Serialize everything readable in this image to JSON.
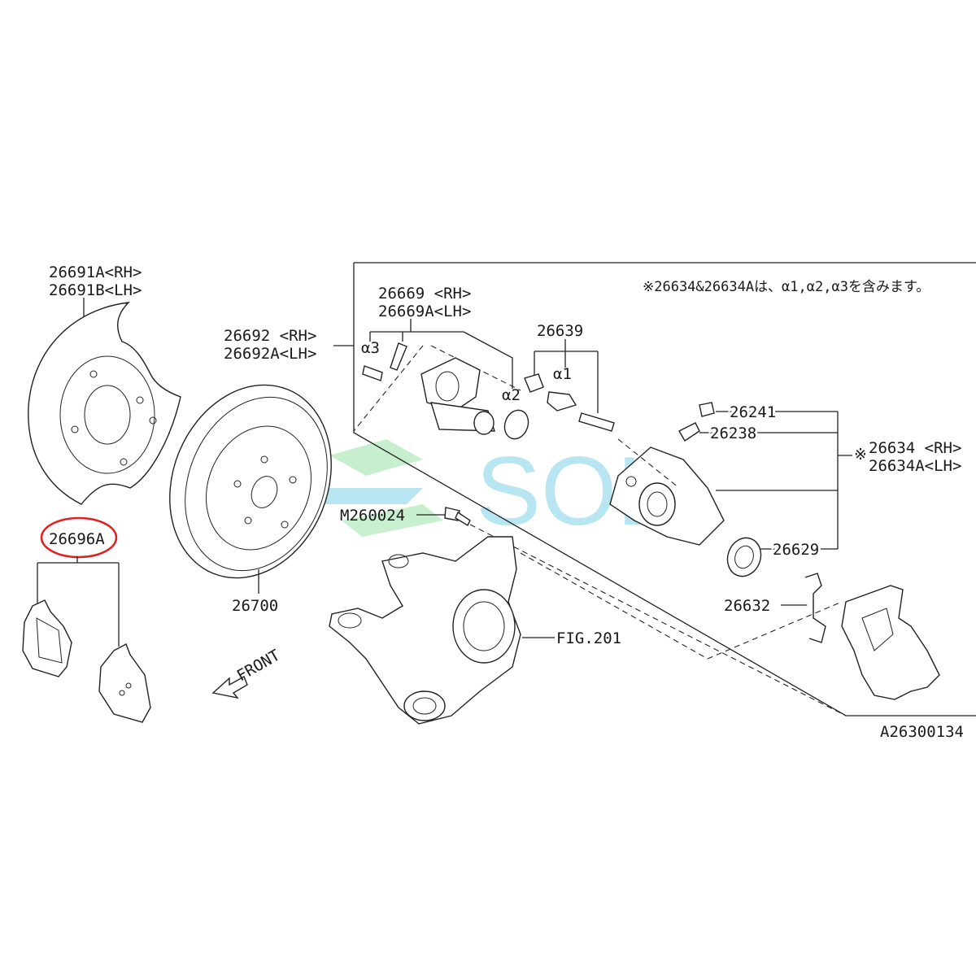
{
  "note": "※26634&26634Aは、α1,α2,α3を含みます。",
  "figure_id": "A26300134",
  "watermark": "SOL",
  "labels": {
    "l26691": [
      "26691A<RH>",
      "26691B<LH>"
    ],
    "l26696": "26696A",
    "l26692": [
      "26692 <RH>",
      "26692A<LH>"
    ],
    "l26669": [
      "26669 <RH>",
      "26669A<LH>"
    ],
    "l26639": "26639",
    "a1": "α1",
    "a2": "α2",
    "a3": "α3",
    "l26241": "26241",
    "l26238": "26238",
    "l26634": [
      "26634 <RH>",
      "26634A<LH>"
    ],
    "l26634_mark": "※",
    "lM260024": "M260024",
    "l26629": "26629",
    "l26632": "26632",
    "lFIG": "FIG.201",
    "l26700": "26700",
    "front": "FRONT"
  },
  "highlight": {
    "target": "26696A",
    "color": "#e02020"
  },
  "colors": {
    "watermark_blue": "#7fd0e8",
    "watermark_green": "#9be3a6"
  }
}
